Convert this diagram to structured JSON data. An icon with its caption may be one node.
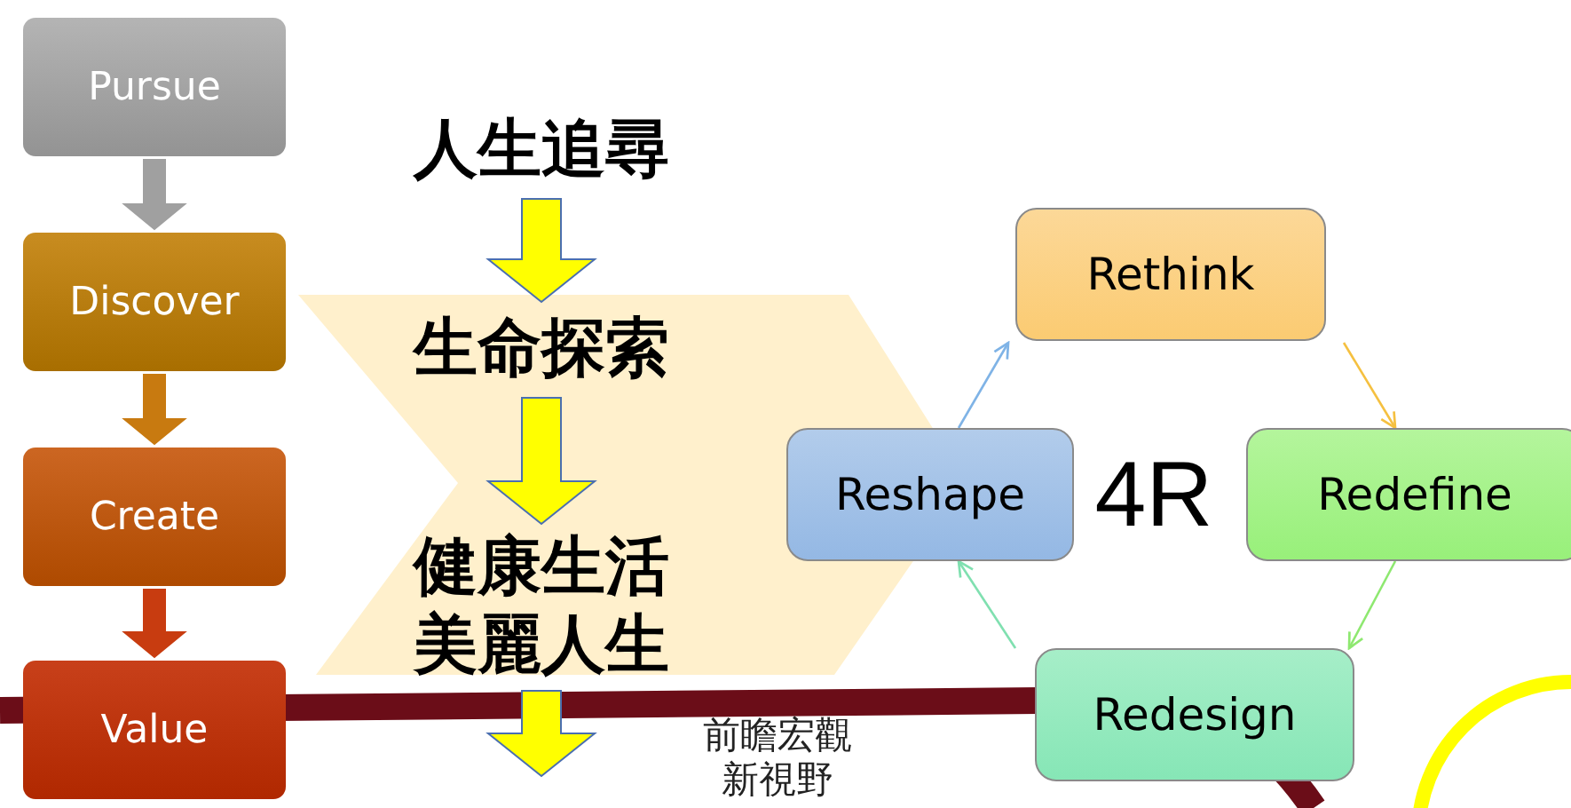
{
  "diagram": {
    "nodes": [
      {
        "text": [
          "Pursue"
        ]
      },
      {
        "text": [
          "Discover"
        ]
      },
      {
        "text": [
          "Create"
        ]
      },
      {
        "text": [
          "Value"
        ]
      },
      {
        "text": [
          "人生追尋"
        ]
      },
      {
        "text": [
          "生命探索"
        ]
      },
      {
        "text": [
          "健康生活美麗人生"
        ]
      },
      {
        "text": [
          "Rethink"
        ]
      },
      {
        "text": [
          "Redefine"
        ]
      },
      {
        "text": [
          "Redesign"
        ]
      },
      {
        "text": [
          "Reshape"
        ]
      },
      {
        "text": [],
        "shape": "circle"
      }
    ],
    "edges": [
      {
        "from": 0,
        "to": 1,
        "arrow": "to",
        "style": "thick",
        "color": "#a0a0a0"
      },
      {
        "from": 1,
        "to": 2,
        "arrow": "to",
        "style": "thick",
        "color": "#c87a10"
      },
      {
        "from": 2,
        "to": 3,
        "arrow": "to",
        "style": "thick",
        "color": "#c83c10"
      },
      {
        "from": 4,
        "to": 5,
        "arrow": "to",
        "style": "thick",
        "color": "#ffff00"
      },
      {
        "from": 5,
        "to": 6,
        "arrow": "to",
        "style": "thick",
        "color": "#ffff00"
      },
      {
        "from": 6,
        "to": null,
        "arrow": "to",
        "style": "thick",
        "color": "#ffff00"
      },
      {
        "from": 10,
        "to": 7,
        "arrow": "to",
        "color": "#7fb3e6"
      },
      {
        "from": 7,
        "to": 8,
        "arrow": "to",
        "color": "#f5c040"
      },
      {
        "from": 8,
        "to": 9,
        "arrow": "to",
        "color": "#8ee870"
      },
      {
        "from": 9,
        "to": 10,
        "arrow": "to",
        "color": "#80e0b0"
      }
    ],
    "labels": [
      "4R",
      "前瞻宏觀新視野"
    ]
  }
}
